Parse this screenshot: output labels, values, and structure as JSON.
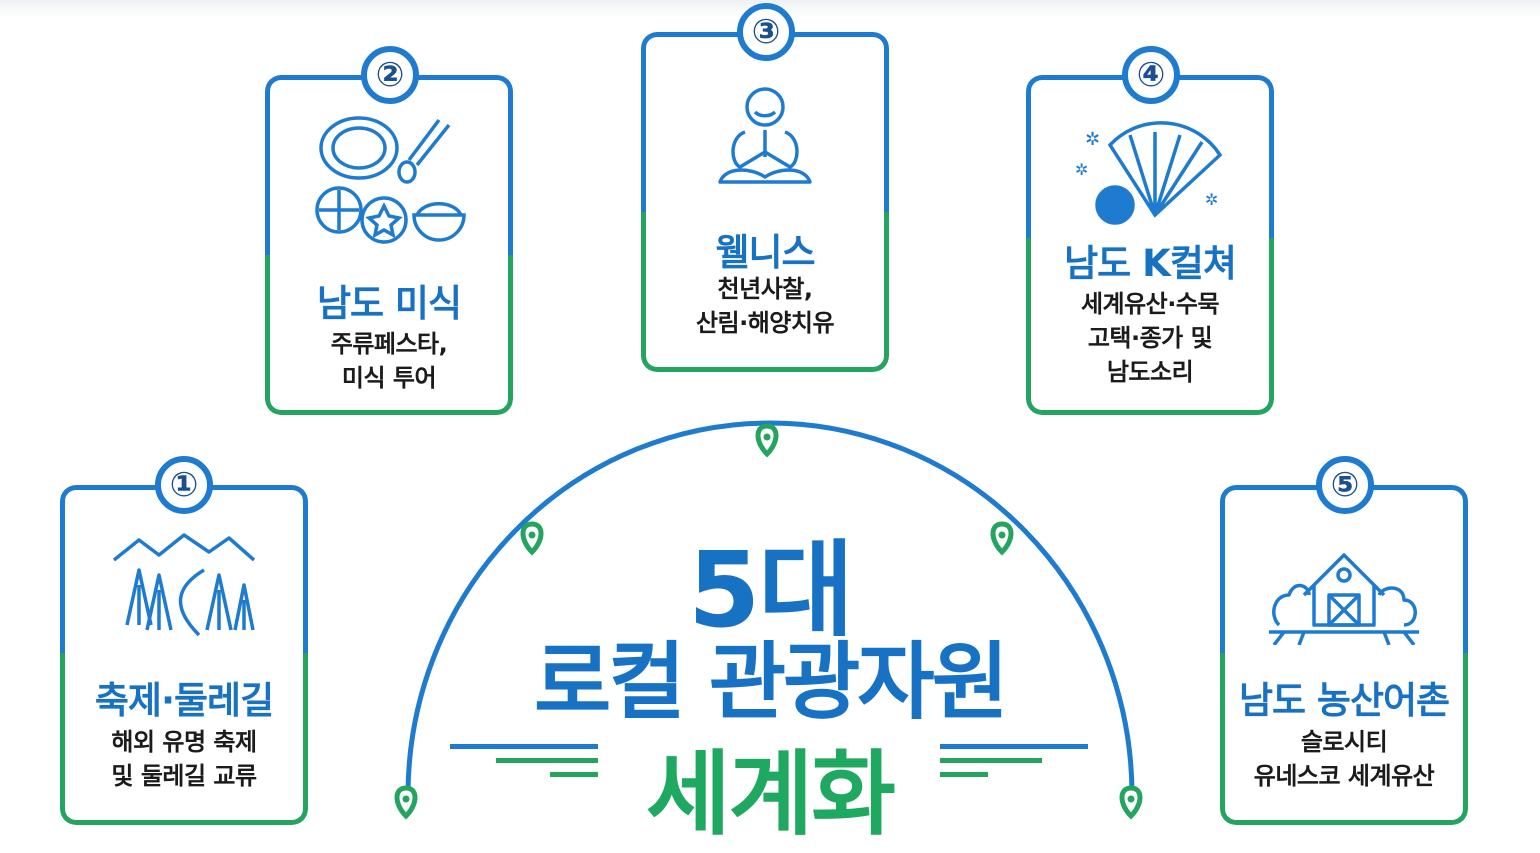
{
  "cards": [
    {
      "number": "①",
      "title": "축제·둘레길",
      "desc": [
        "해외 유명 축제",
        "및 둘레길 교류"
      ],
      "icon": "mountain-forest-road-icon"
    },
    {
      "number": "②",
      "title": "남도 미식",
      "desc": [
        "주류페스타,",
        "미식 투어"
      ],
      "icon": "korean-food-icon"
    },
    {
      "number": "③",
      "title": "웰니스",
      "desc": [
        "천년사찰,",
        "산림·해양치유"
      ],
      "icon": "meditating-monk-icon"
    },
    {
      "number": "④",
      "title": "남도 K컬쳐",
      "desc": [
        "세계유산·수묵",
        "고택·종가 및",
        "남도소리"
      ],
      "icon": "folding-fan-icon"
    },
    {
      "number": "⑤",
      "title": "남도 농산어촌",
      "desc": [
        "슬로시티",
        "유네스코 세계유산"
      ],
      "icon": "barn-icon"
    }
  ],
  "center": {
    "line1": "5대",
    "line2": "로컬 관광자원",
    "line3": "세계화"
  },
  "colors": {
    "blue": "#1e7bd0",
    "green": "#23a45f",
    "dark": "#1c4f8e"
  }
}
